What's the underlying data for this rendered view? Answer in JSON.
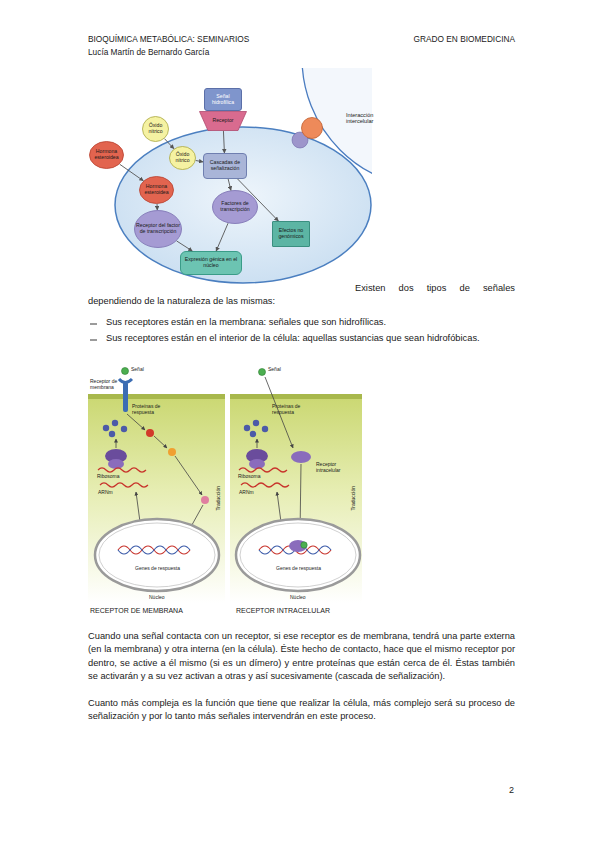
{
  "diagram": {
    "nodes": [
      {
        "text": [
          "Señal hidrofílica"
        ]
      },
      {
        "text": [
          "Receptor"
        ]
      },
      {
        "text": [
          "Óxido nítrico"
        ]
      },
      {
        "text": [
          "Hormona esteroidea"
        ]
      },
      {
        "text": [
          "Interacción intercelular"
        ]
      },
      {
        "text": [
          "Óxido nítrico"
        ]
      },
      {
        "text": [
          "Cascadas de señalización"
        ]
      },
      {
        "text": [
          "Hormona esteroidea"
        ]
      },
      {
        "text": [
          "Factores de transcripción"
        ]
      },
      {
        "text": [
          "Receptor del factor de transcripción"
        ]
      },
      {
        "text": [
          "Efectos no genómicos"
        ]
      },
      {
        "text": [
          "Expresión génica en el núcleo"
        ]
      }
    ],
    "edges": [
      {
        "from": 1,
        "to": 6,
        "arrow": "to"
      },
      {
        "from": 2,
        "to": 5,
        "arrow": "to"
      },
      {
        "from": 5,
        "to": 6,
        "arrow": "to"
      },
      {
        "from": 3,
        "to": 7,
        "arrow": "to"
      },
      {
        "from": 7,
        "to": 9,
        "arrow": "to"
      },
      {
        "from": 6,
        "to": 8,
        "arrow": "to"
      },
      {
        "from": 6,
        "to": 10,
        "arrow": "to"
      },
      {
        "from": 8,
        "to": 11,
        "arrow": "to"
      },
      {
        "from": 9,
        "to": 11,
        "arrow": "to"
      }
    ],
    "labels": [
      "BIOQUÍMICA METABÓLICA: SEMINARIOS",
      "GRADO EN BIOMEDICINA",
      "Lucía Martín de Bernardo García",
      "Existen dos tipos de señales dependiendo de la naturaleza de las mismas:",
      "Sus receptores están en la membrana: señales que son hidrofílicas.",
      "Sus receptores están en el interior de la célula: aquellas sustancias que sean hidrofóbicas.",
      "Receptor de membrana",
      "Señal",
      "Proteínas de respuesta",
      "Ribosoma",
      "ARNm",
      "Traducción",
      "Genes de respuesta",
      "Núcleo",
      "RECEPTOR DE MEMBRANA",
      "Señal",
      "Proteínas de respuesta",
      "Receptor intracelular",
      "Ribosoma",
      "ARNm",
      "Traducción",
      "Genes de respuesta",
      "Núcleo",
      "RECEPTOR INTRACELULAR",
      "Cuando una señal contacta con un receptor, si ese receptor es de membrana, tendrá una parte externa (en la membrana) y otra interna (en la célula). Éste hecho de contacto, hace que el mismo receptor por dentro, se active a él mismo (si es un dímero) y entre proteínas que están cerca de él. Éstas también se activarán y a su vez activan a otras y así sucesivamente (cascada de señalización).",
      "Cuanto más compleja es la función que tiene que realizar la célula, más complejo será su proceso de señalización y por lo tanto más señales intervendrán en este proceso.",
      "2"
    ]
  }
}
